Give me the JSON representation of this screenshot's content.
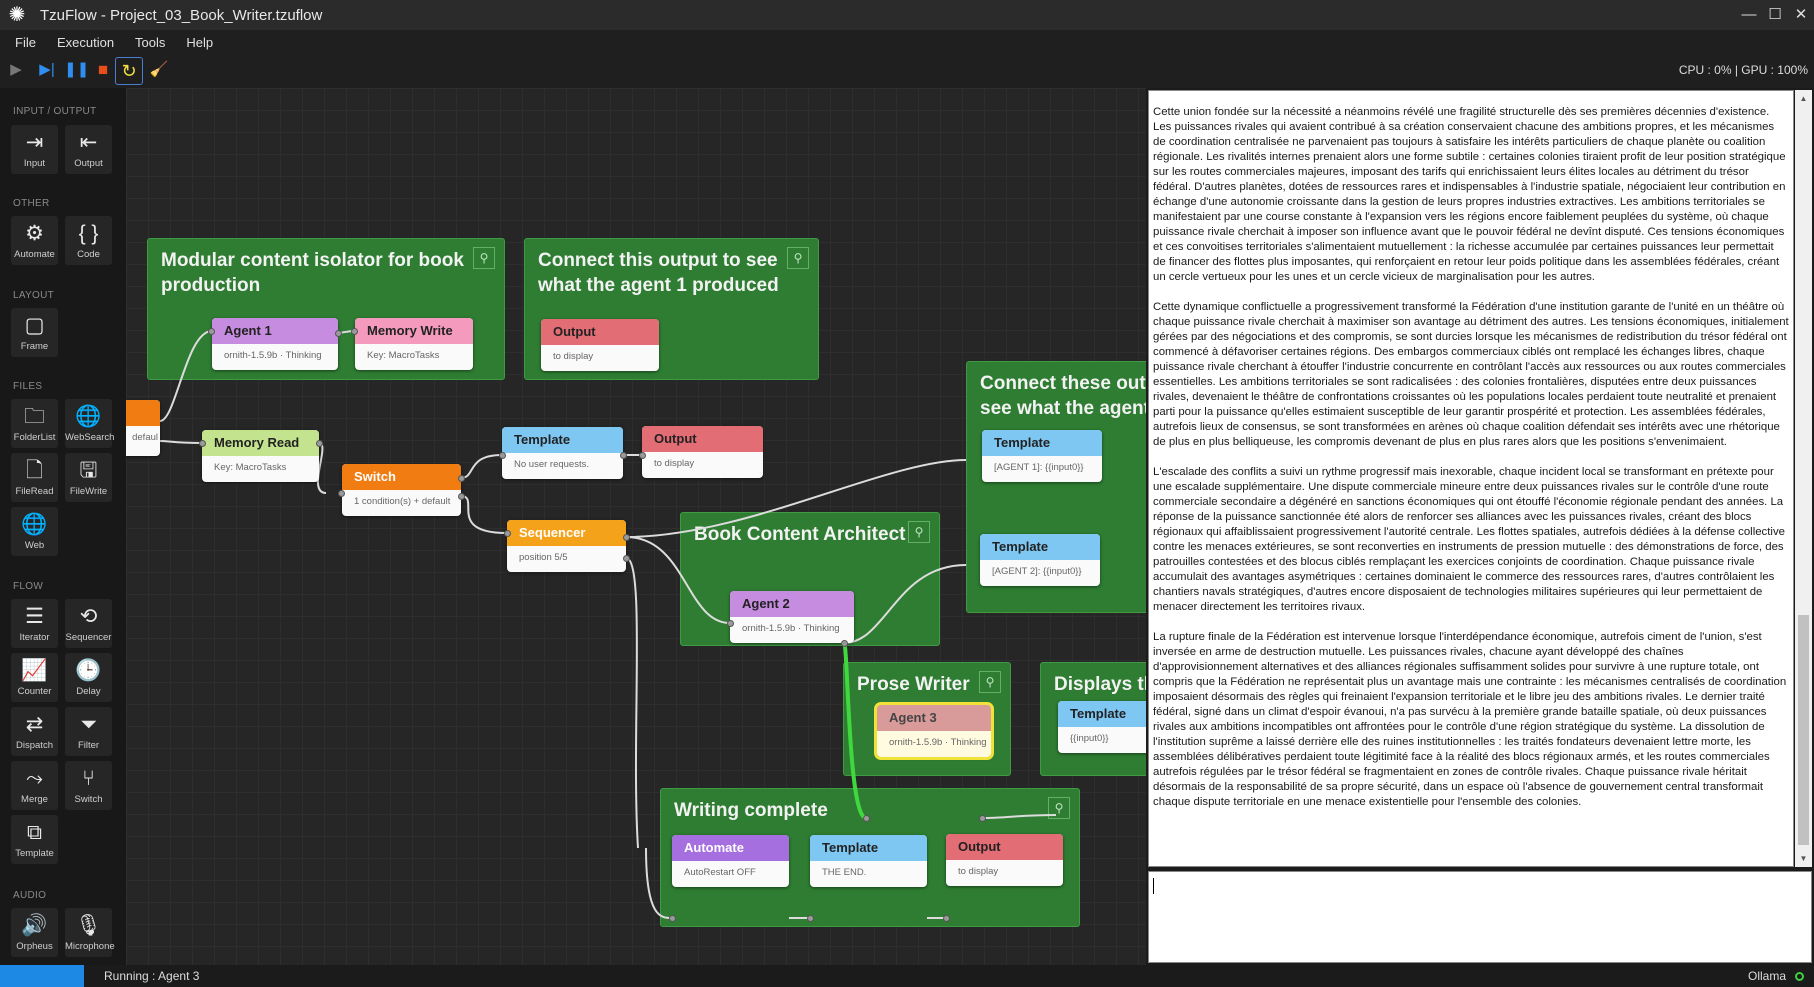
{
  "window": {
    "title": "TzuFlow - Project_03_Book_Writer.tzuflow"
  },
  "menu": [
    "File",
    "Execution",
    "Tools",
    "Help"
  ],
  "toolbar": {
    "cpu_gpu": "CPU : 0% | GPU : 100%"
  },
  "palette": {
    "sections": {
      "io": "INPUT / OUTPUT",
      "other": "OTHER",
      "layout": "LAYOUT",
      "files": "FILES",
      "flow": "FLOW",
      "audio": "AUDIO"
    },
    "items": {
      "input": "Input",
      "output": "Output",
      "automate": "Automate",
      "code": "Code",
      "frame": "Frame",
      "folderlist": "FolderList",
      "websearch": "WebSearch",
      "fileread": "FileRead",
      "filewrite": "FileWrite",
      "web": "Web",
      "iterator": "Iterator",
      "sequencer": "Sequencer",
      "counter": "Counter",
      "delay": "Delay",
      "dispatch": "Dispatch",
      "filter": "Filter",
      "merge": "Merge",
      "switch": "Switch",
      "template": "Template",
      "orpheus": "Orpheus",
      "microphone": "Microphone"
    }
  },
  "frames": {
    "f1": "Modular content isolator for book production",
    "f2": "Connect this output to see what the agent 1 produced",
    "f3": "Connect these outputs to see what the agent pro",
    "f4": "Book Content Architect",
    "f5": "Prose Writer",
    "f6": "Displays th",
    "f7": "Writing complete"
  },
  "nodes": {
    "agent1": {
      "title": "Agent 1",
      "body": "ornith-1.5.9b · Thinking"
    },
    "memwrite": {
      "title": "Memory Write",
      "body": "Key: MacroTasks"
    },
    "out1": {
      "title": "Output",
      "body": "to display"
    },
    "partial": {
      "body": "defaul"
    },
    "memread": {
      "title": "Memory Read",
      "body": "Key: MacroTasks"
    },
    "switch": {
      "title": "Switch",
      "body": "1 condition(s) + default"
    },
    "tpl1": {
      "title": "Template",
      "body": "No user requests."
    },
    "out2": {
      "title": "Output",
      "body": "to display"
    },
    "seq": {
      "title": "Sequencer",
      "body": "position 5/5"
    },
    "tplA1": {
      "title": "Template",
      "body": "[AGENT 1]: {{input0}}"
    },
    "tplA2": {
      "title": "Template",
      "body": "[AGENT 2]: {{input0}}"
    },
    "agent2": {
      "title": "Agent 2",
      "body": "ornith-1.5.9b · Thinking"
    },
    "agent3": {
      "title": "Agent 3",
      "body": "ornith-1.5.9b · Thinking"
    },
    "tpl3": {
      "title": "Template",
      "body": "{{input0}}"
    },
    "automate": {
      "title": "Automate",
      "body": "AutoRestart OFF"
    },
    "tplEnd": {
      "title": "Template",
      "body": "THE END."
    },
    "out3": {
      "title": "Output",
      "body": "to display"
    }
  },
  "output_text": {
    "p1": "Cette union fondée sur la nécessité a néanmoins révélé une fragilité structurelle dès ses premières décennies d'existence. Les puissances rivales qui avaient contribué à sa création conservaient chacune des ambitions propres, et les mécanismes de coordination centralisée ne parvenaient pas toujours à satisfaire les intérêts particuliers de chaque planète ou coalition régionale. Les rivalités internes prenaient alors une forme subtile : certaines colonies tiraient profit de leur position stratégique sur les routes commerciales majeures, imposant des tarifs qui enrichissaient leurs élites locales au détriment du trésor fédéral. D'autres planètes, dotées de ressources rares et indispensables à l'industrie spatiale, négociaient leur contribution en échange d'une autonomie croissante dans la gestion de leurs propres industries extractives. Les ambitions territoriales se manifestaient par une course constante à l'expansion vers les régions encore faiblement peuplées du système, où chaque puissance rivale cherchait à imposer son influence avant que le pouvoir fédéral ne devînt disputé. Ces tensions économiques et ces convoitises territoriales s'alimentaient mutuellement : la richesse accumulée par certaines puissances leur permettait de financer des flottes plus imposantes, qui renforçaient en retour leur poids politique dans les assemblées fédérales, créant un cercle vertueux pour les unes et un cercle vicieux de marginalisation pour les autres.",
    "p2": "Cette dynamique conflictuelle a progressivement transformé la Fédération d'une institution garante de l'unité en un théâtre où chaque puissance rivale cherchait à maximiser son avantage au détriment des autres. Les tensions économiques, initialement gérées par des négociations et des compromis, se sont durcies lorsque les mécanismes de redistribution du trésor fédéral ont commencé à défavoriser certaines régions. Des embargos commerciaux ciblés ont remplacé les échanges libres, chaque puissance rivale cherchant à étouffer l'industrie concurrente en contrôlant l'accès aux ressources ou aux routes commerciales essentielles. Les ambitions territoriales se sont radicalisées : des colonies frontalières, disputées entre deux puissances rivales, devenaient le théâtre de confrontations croissantes où les populations locales perdaient toute neutralité et prenaient parti pour la puissance qu'elles estimaient susceptible de leur garantir prospérité et protection. Les assemblées fédérales, autrefois lieux de consensus, se sont transformées en arènes où chaque coalition défendait ses intérêts avec une rhétorique de plus en plus belliqueuse, les compromis devenant de plus en plus rares alors que les positions s'envenimaient.",
    "p3": "L'escalade des conflits a suivi un rythme progressif mais inexorable, chaque incident local se transformant en prétexte pour une escalade supplémentaire. Une dispute commerciale mineure entre deux puissances rivales sur le contrôle d'une route commerciale secondaire a dégénéré en sanctions économiques qui ont étouffé l'économie régionale pendant des années. La réponse de la puissance sanctionnée été alors de renforcer ses alliances avec les puissances rivales, créant des blocs régionaux qui affaiblissaient progressivement l'autorité centrale. Les flottes spatiales, autrefois dédiées à la défense collective contre les menaces extérieures, se sont reconverties en instruments de pression mutuelle : des démonstrations de force, des patrouilles contestées et des blocus ciblés remplaçant les exercices conjoints de coordination. Chaque puissance rivale accumulait des avantages asymétriques : certaines dominaient le commerce des ressources rares, d'autres contrôlaient les chantiers navals stratégiques, d'autres encore disposaient de technologies militaires supérieures qui leur permettaient de menacer directement les territoires rivaux.",
    "p4": "La rupture finale de la Fédération est intervenue lorsque l'interdépendance économique, autrefois ciment de l'union, s'est inversée en arme de destruction mutuelle. Les puissances rivales, chacune ayant développé des chaînes d'approvisionnement alternatives et des alliances régionales suffisamment solides pour survivre à une rupture totale, ont compris que la Fédération ne représentait plus un avantage mais une contrainte : les mécanismes centralisés de coordination imposaient désormais des règles qui freinaient l'expansion territoriale et le libre jeu des ambitions rivales. Le dernier traité fédéral, signé dans un climat d'espoir évanoui, n'a pas survécu à la première grande bataille spatiale, où deux puissances rivales aux ambitions incompatibles ont affrontées pour le contrôle d'une région stratégique du système. La dissolution de l'institution suprême a laissé derrière elle des ruines institutionnelles : les traités fondateurs devenaient lettre morte, les assemblées délibératives perdaient toute légitimité face à la réalité des blocs régionaux armés, et les routes commerciales autrefois régulées par le trésor fédéral se fragmentaient en zones de contrôle rivales. Chaque puissance rivale héritait désormais de la responsabilité de sa propre sécurité, dans un espace où l'absence de gouvernement central transformait chaque dispute territoriale en une menace existentielle pour l'ensemble des colonies."
  },
  "status": {
    "text": "Running : Agent 3",
    "progress": 0.05,
    "provider": "Ollama"
  }
}
